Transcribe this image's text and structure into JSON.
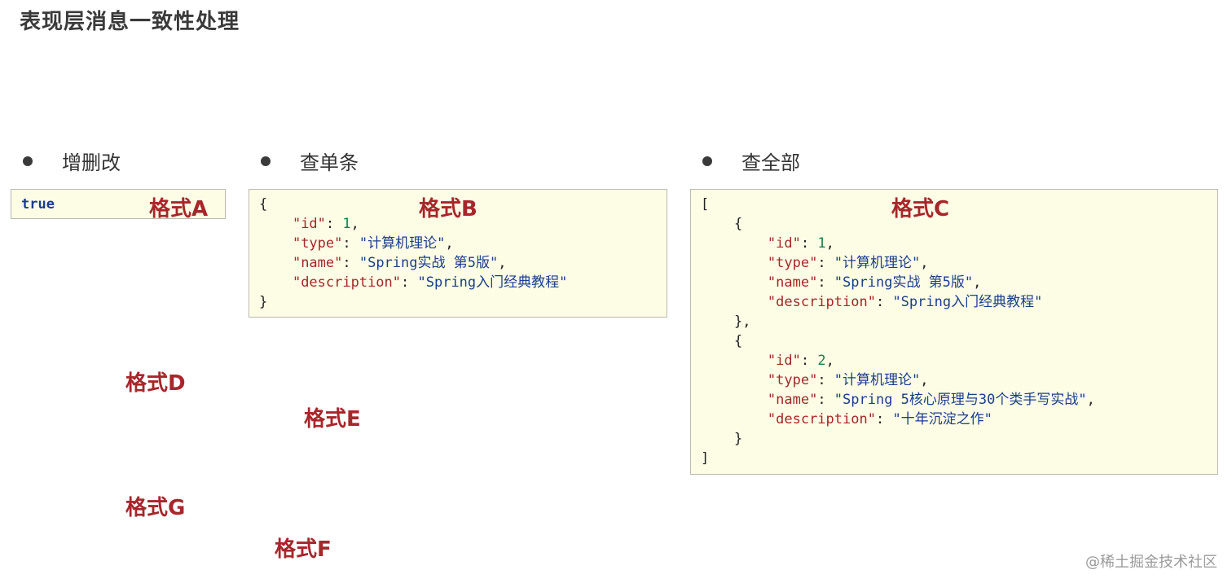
{
  "title": "表现层消息一致性处理",
  "bullets": [
    {
      "label": "增删改"
    },
    {
      "label": "查单条"
    },
    {
      "label": "查全部"
    }
  ],
  "formats": {
    "A": "格式A",
    "B": "格式B",
    "C": "格式C",
    "D": "格式D",
    "E": "格式E",
    "F": "格式F",
    "G": "格式G"
  },
  "box_a": {
    "value": "true"
  },
  "box_b": {
    "open": "{",
    "close": "}",
    "fields": [
      {
        "key": "\"id\"",
        "value": "1",
        "type": "number"
      },
      {
        "key": "\"type\"",
        "value": "\"计算机理论\"",
        "type": "string"
      },
      {
        "key": "\"name\"",
        "value": "\"Spring实战 第5版\"",
        "type": "string"
      },
      {
        "key": "\"description\"",
        "value": "\"Spring入门经典教程\"",
        "type": "string"
      }
    ]
  },
  "box_c": {
    "open": "[",
    "close": "]",
    "items": [
      {
        "fields": [
          {
            "key": "\"id\"",
            "value": "1",
            "type": "number"
          },
          {
            "key": "\"type\"",
            "value": "\"计算机理论\"",
            "type": "string"
          },
          {
            "key": "\"name\"",
            "value": "\"Spring实战 第5版\"",
            "type": "string"
          },
          {
            "key": "\"description\"",
            "value": "\"Spring入门经典教程\"",
            "type": "string"
          }
        ]
      },
      {
        "fields": [
          {
            "key": "\"id\"",
            "value": "2",
            "type": "number"
          },
          {
            "key": "\"type\"",
            "value": "\"计算机理论\"",
            "type": "string"
          },
          {
            "key": "\"name\"",
            "value": "\"Spring 5核心原理与30个类手写实战\"",
            "type": "string"
          },
          {
            "key": "\"description\"",
            "value": "\"十年沉淀之作\"",
            "type": "string"
          }
        ]
      }
    ]
  },
  "watermark": "@稀土掘金技术社区",
  "colors": {
    "format_label": "#a8262b",
    "code_background": "#fdfde6",
    "json_key": "#a6262a",
    "json_string": "#1a3d8f",
    "json_number": "#16804a"
  }
}
